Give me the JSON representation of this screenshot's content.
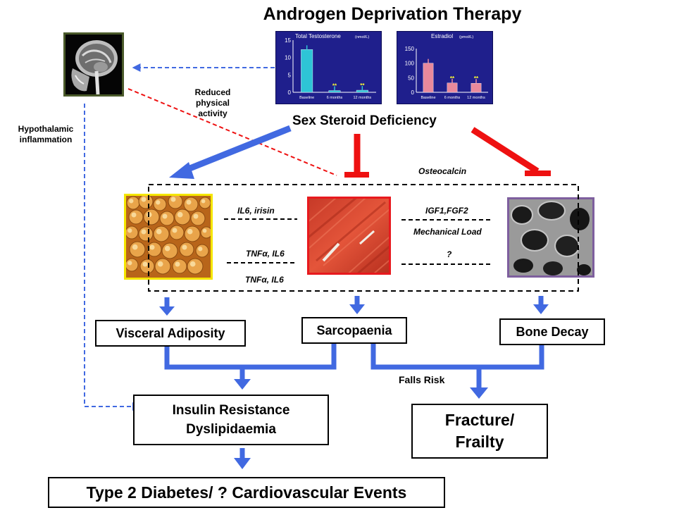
{
  "title": "Androgen Deprivation Therapy",
  "charts": {
    "testosterone": {
      "title": "Total Testosterone",
      "unit": "(nmol/L)",
      "color": "#2ec4d6",
      "chart_data": {
        "type": "bar",
        "categories": [
          "Baseline",
          "6 months",
          "12 months"
        ],
        "values": [
          12.3,
          0.5,
          0.6
        ],
        "ylim": [
          0,
          15
        ],
        "yticks": [
          "0",
          "5",
          "10",
          "15"
        ],
        "significance": [
          "",
          "**",
          "**"
        ]
      }
    },
    "estradiol": {
      "title": "Estradiol",
      "unit": "(pmol/L)",
      "color": "#e8899c",
      "chart_data": {
        "type": "bar",
        "categories": [
          "Baseline",
          "6 months",
          "12 months"
        ],
        "values": [
          100,
          32,
          31
        ],
        "ylim": [
          0,
          150
        ],
        "yticks": [
          "0",
          "50",
          "100",
          "150"
        ],
        "significance": [
          "",
          "**",
          "**"
        ]
      }
    }
  },
  "labels": {
    "sex_steroid": "Sex Steroid Deficiency",
    "reduced_activity": [
      "Reduced",
      "physical",
      "activity"
    ],
    "hypothalamic": [
      "Hypothalamic",
      "inflammation"
    ],
    "osteocalcin": "Osteocalcin",
    "il6_irisin": "IL6, irisin",
    "tnf_il6_1": "TNFα, IL6",
    "tnf_il6_2": "TNFα, IL6",
    "igf": "IGF1,FGF2",
    "mech_load": "Mechanical Load",
    "question": "?",
    "falls_risk": "Falls Risk"
  },
  "boxes": {
    "visceral": "Visceral Adiposity",
    "sarcopaenia": "Sarcopaenia",
    "bone_decay": "Bone Decay",
    "insulin_1": "Insulin Resistance",
    "insulin_2": "Dyslipidaemia",
    "fracture_1": "Fracture/",
    "fracture_2": "Frailty",
    "t2d": "Type 2 Diabetes/ ? Cardiovascular Events"
  },
  "colors": {
    "blue": "#4169e1",
    "red": "#ee1111",
    "fat_border": "#f5e600",
    "muscle_border": "#e8191e",
    "bone_border": "#7e5f9e",
    "brain_border": "#4a5a2a"
  }
}
